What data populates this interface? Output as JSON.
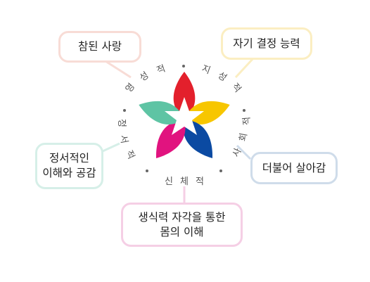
{
  "colors": {
    "red_petal": "#e3202c",
    "yellow_petal": "#f7c600",
    "blue_petal": "#0b4aa2",
    "magenta_petal": "#e1137f",
    "green_petal": "#5ec4a4",
    "love_border": "#f8dcd6",
    "self_border": "#fbeec2",
    "emo_border": "#d6efe8",
    "social_border": "#cfdcea",
    "body_border": "#f5cfe5"
  },
  "axes": {
    "spiritual": [
      "영",
      "성",
      "적"
    ],
    "intellectual": [
      "지",
      "성",
      "적"
    ],
    "social": [
      "사",
      "회",
      "적"
    ],
    "physical": [
      "신",
      "체",
      "적"
    ],
    "emotional": [
      "정",
      "서",
      "적"
    ]
  },
  "boxes": {
    "love": [
      "참된 사랑"
    ],
    "self": [
      "자기 결정 능력"
    ],
    "emotional": [
      "정서적인",
      "이해와 공감"
    ],
    "social": [
      "더불어 살아감"
    ],
    "physical": [
      "생식력 자각을 통한",
      "몸의 이해"
    ]
  }
}
